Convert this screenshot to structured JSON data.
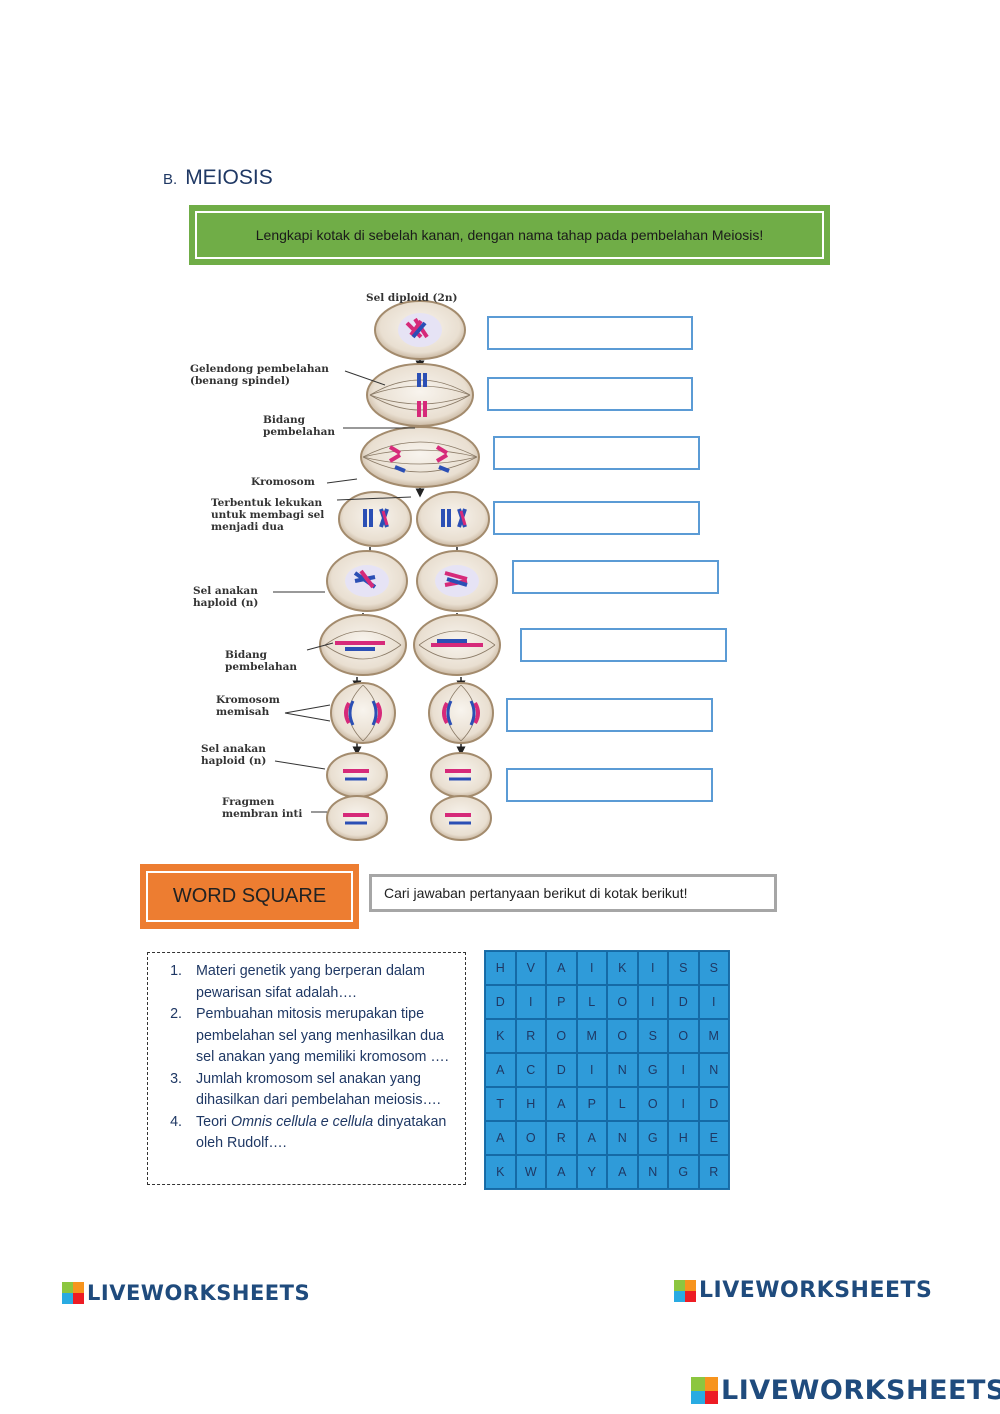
{
  "section": {
    "letter": "B.",
    "title": "MEIOSIS",
    "instruction": "Lengkapi kotak di sebelah kanan, dengan nama tahap pada pembelahan Meiosis!"
  },
  "diagram": {
    "labels": {
      "sel_diploid": "Sel diploid (2n)",
      "gelendong": "Gelendong pembelahan\n(benang spindel)",
      "bidang1": "Bidang\npembelahan",
      "kromosom": "Kromosom",
      "lekukan": "Terbentuk lekukan\nuntuk membagi sel\nmenjadi dua",
      "sel_anakan1": "Sel anakan\nhaploid (n)",
      "bidang2": "Bidang\npembelahan",
      "kromosom_memisah": "Kromosom\nmemisah",
      "sel_anakan2": "Sel anakan\nhaploid (n)",
      "fragmen": "Fragmen\nmembran inti"
    },
    "answer_boxes": 8
  },
  "word_square": {
    "title": "WORD SQUARE",
    "instruction": "Cari jawaban pertanyaan berikut di kotak berikut!",
    "questions": [
      "Materi genetik yang berperan dalam pewarisan sifat adalah….",
      "Pembuahan mitosis merupakan tipe pembelahan sel yang menhasilkan dua sel anakan yang memiliki kromosom ….",
      "Jumlah kromosom sel anakan yang dihasilkan dari pembelahan meiosis….",
      "Teori Omnis cellula e cellula dinyatakan oleh Rudolf…."
    ],
    "q4_prefix": "Teori ",
    "q4_italic": "Omnis cellula e cellula",
    "q4_suffix": " dinyatakan oleh Rudolf….",
    "grid": [
      [
        "H",
        "V",
        "A",
        "I",
        "K",
        "I",
        "S",
        "S"
      ],
      [
        "D",
        "I",
        "P",
        "L",
        "O",
        "I",
        "D",
        "I"
      ],
      [
        "K",
        "R",
        "O",
        "M",
        "O",
        "S",
        "O",
        "M"
      ],
      [
        "A",
        "C",
        "D",
        "I",
        "N",
        "G",
        "I",
        "N"
      ],
      [
        "T",
        "H",
        "A",
        "P",
        "L",
        "O",
        "I",
        "D"
      ],
      [
        "A",
        "O",
        "R",
        "A",
        "N",
        "G",
        "H",
        "E"
      ],
      [
        "K",
        "W",
        "A",
        "Y",
        "A",
        "N",
        "G",
        "R"
      ]
    ]
  },
  "footer": {
    "logo_text": "LIVEWORKSHEETS",
    "logo_colors": [
      "#8cc63f",
      "#f7941d",
      "#29abe2",
      "#ed1c24"
    ]
  }
}
